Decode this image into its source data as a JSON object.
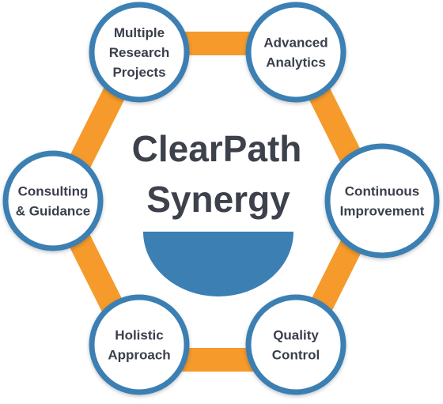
{
  "colors": {
    "ring": "#f59a2b",
    "node_border": "#3b7fb3",
    "node_fill": "#ffffff",
    "bowl": "#3b7fb3",
    "text": "#3a3f4b"
  },
  "center": {
    "title_line1": "ClearPath",
    "title_line2": "Synergy"
  },
  "nodes": [
    {
      "id": "multiple-research-projects",
      "lines": [
        "Multiple",
        "Research",
        "Projects"
      ]
    },
    {
      "id": "advanced-analytics",
      "lines": [
        "Advanced",
        "Analytics"
      ]
    },
    {
      "id": "continuous-improvement",
      "lines": [
        "Continuous",
        "Improvement"
      ]
    },
    {
      "id": "quality-control",
      "lines": [
        "Quality",
        "Control"
      ]
    },
    {
      "id": "holistic-approach",
      "lines": [
        "Holistic",
        "Approach"
      ]
    },
    {
      "id": "consulting-guidance",
      "lines": [
        "Consulting",
        "& Guidance"
      ]
    }
  ]
}
